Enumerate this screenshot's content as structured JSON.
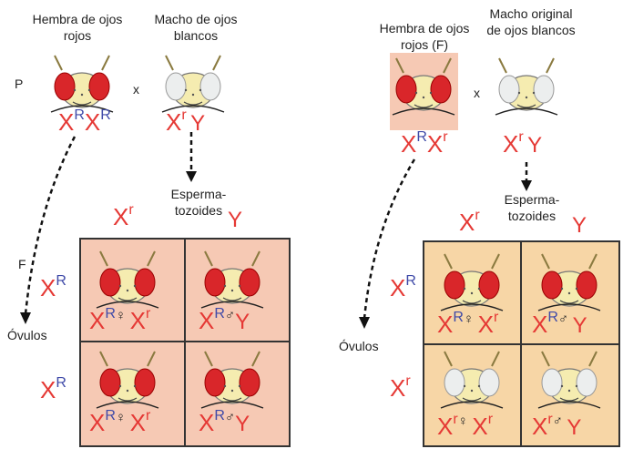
{
  "left": {
    "female_title": "Hembra de ojos rojos",
    "male_title": "Macho de ojos blancos",
    "gen_p": "P",
    "gen_f": "F",
    "cross_symbol": "x",
    "sperm_label": "Esperma-tozoides",
    "eggs_label": "Óvulos"
  },
  "right": {
    "female_title": "Hembra de ojos rojos (F)",
    "male_title": "Macho original de ojos blancos",
    "cross_symbol": "x",
    "sperm_label": "Esperma-tozoides",
    "eggs_label": "Óvulos"
  },
  "genetics": {
    "X": "X",
    "Y": "Y",
    "R": "R",
    "r": "r",
    "female": "♀",
    "male": "♂"
  },
  "colors": {
    "chromosome": "#e53935",
    "dominant_allele": "#3f4aa8",
    "left_cell": "#f6c9b4",
    "right_cell": "#f7d6a6",
    "red_eye": "#d9262a",
    "white_eye": "#eceeee"
  }
}
